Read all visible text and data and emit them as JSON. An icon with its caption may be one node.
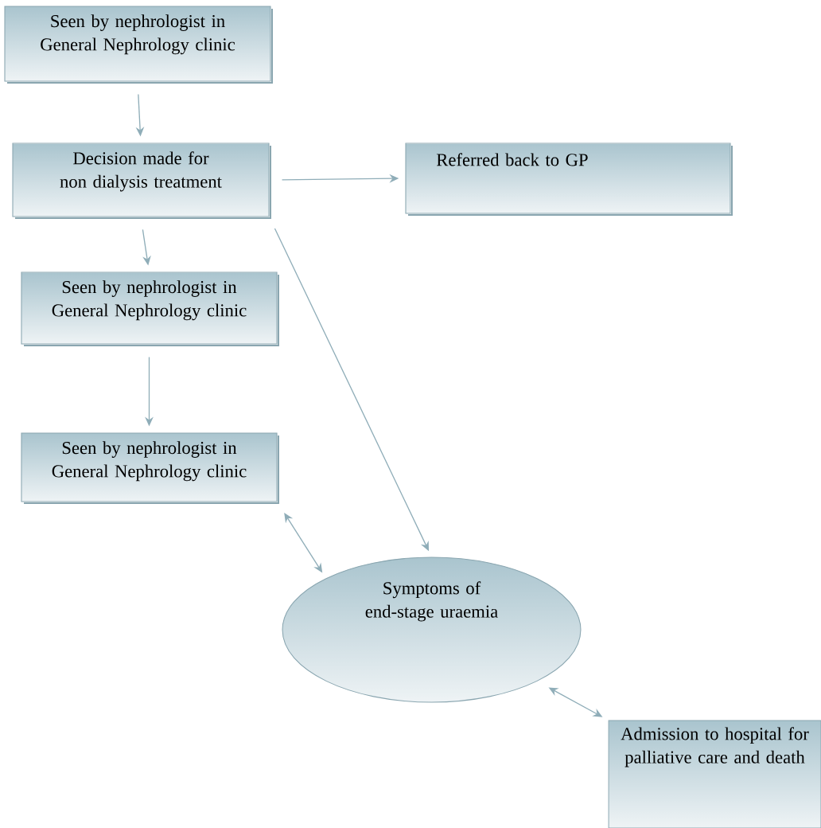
{
  "diagram": {
    "nodes": [
      {
        "text": [
          "Seen by nephrologist in General Nephrology clinic"
        ]
      },
      {
        "text": [
          "Decision made for non dialysis treatment"
        ]
      },
      {
        "text": [
          "Seen by nephrologist in General Nephrology clinic"
        ]
      },
      {
        "text": [
          "Seen by nephrologist in General Nephrology clinic"
        ]
      },
      {
        "text": [
          "Referred back to GP"
        ]
      },
      {
        "text": [
          "Symptoms of end-stage uraemia"
        ]
      },
      {
        "text": [
          "Admission to hospital for palliative care and death"
        ]
      }
    ],
    "edges": [
      {
        "from": 0,
        "to": 1,
        "arrow": "to"
      },
      {
        "from": 1,
        "to": 2,
        "arrow": "to"
      },
      {
        "from": 2,
        "to": 3,
        "arrow": "to"
      },
      {
        "from": 1,
        "to": 4,
        "arrow": "to"
      },
      {
        "from": 1,
        "to": 5,
        "arrow": "to"
      },
      {
        "from": 3,
        "to": 5,
        "arrow": "both"
      },
      {
        "from": 5,
        "to": 6,
        "arrow": "both"
      }
    ]
  }
}
